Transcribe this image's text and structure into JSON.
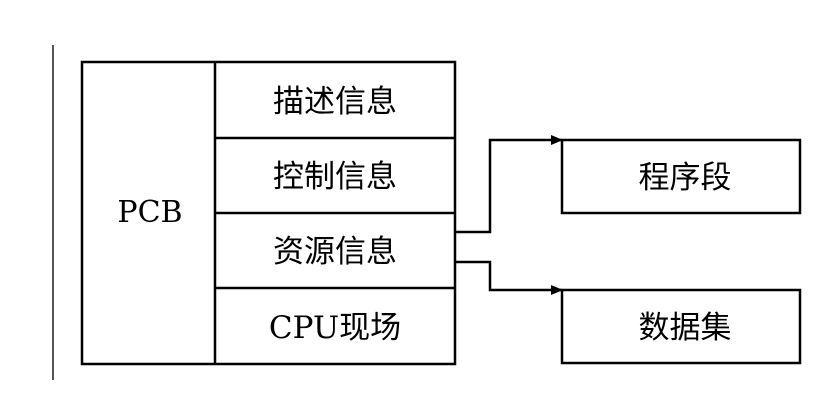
{
  "pcb": {
    "label": "PCB",
    "rows": [
      {
        "label": "描述信息"
      },
      {
        "label": "控制信息"
      },
      {
        "label": "资源信息"
      },
      {
        "label": "CPU现场"
      }
    ]
  },
  "targets": [
    {
      "label": "程序段"
    },
    {
      "label": "数据集"
    }
  ],
  "colors": {
    "stroke": "#000000",
    "background": "#ffffff"
  }
}
